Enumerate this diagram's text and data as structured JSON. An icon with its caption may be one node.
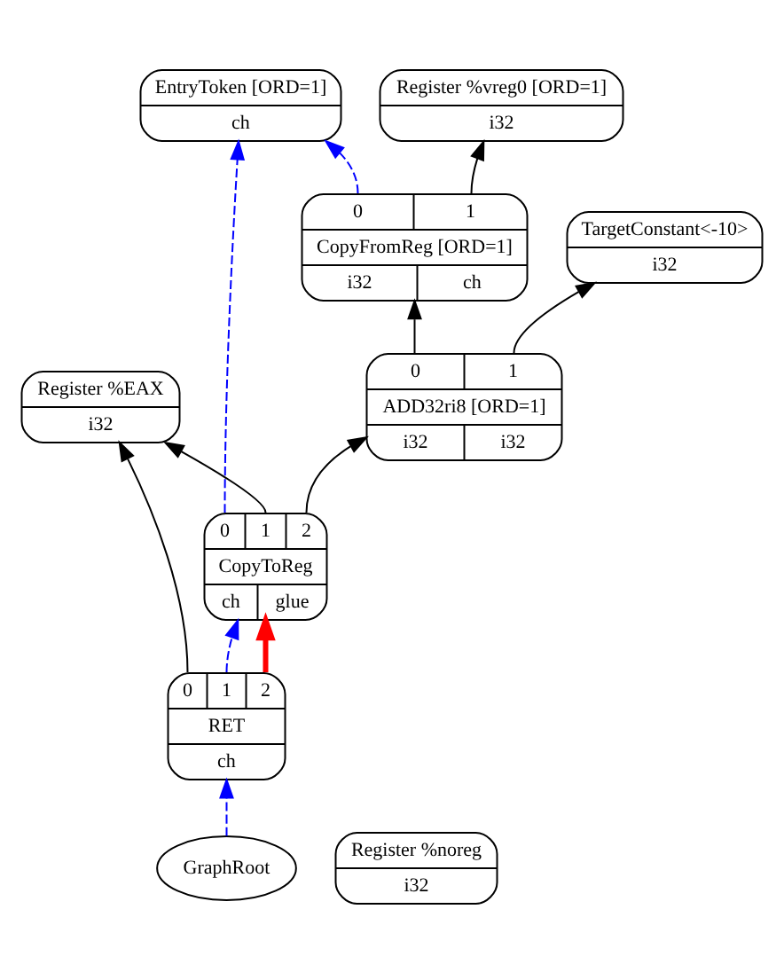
{
  "diagram": {
    "nodes": [
      {
        "text": [
          "EntryToken [ORD=1]",
          "ch"
        ]
      },
      {
        "text": [
          "Register %vreg0 [ORD=1]",
          "i32"
        ]
      },
      {
        "text": [
          "0",
          "1",
          "CopyFromReg [ORD=1]",
          "i32",
          "ch"
        ]
      },
      {
        "text": [
          "TargetConstant<-10>",
          "i32"
        ]
      },
      {
        "text": [
          "Register %EAX",
          "i32"
        ]
      },
      {
        "text": [
          "0",
          "1",
          "ADD32ri8 [ORD=1]",
          "i32",
          "i32"
        ]
      },
      {
        "text": [
          "0",
          "1",
          "2",
          "CopyToReg",
          "ch",
          "glue"
        ]
      },
      {
        "text": [
          "0",
          "1",
          "2",
          "RET",
          "ch"
        ]
      },
      {
        "text": [
          "GraphRoot"
        ]
      },
      {
        "text": [
          "Register %noreg",
          "i32"
        ]
      }
    ],
    "edges": [
      {
        "from": 2,
        "to": 0,
        "arrow": "to",
        "style": "dashed",
        "color": "#0000ff"
      },
      {
        "from": 2,
        "to": 1,
        "arrow": "to"
      },
      {
        "from": 5,
        "to": 2,
        "arrow": "to"
      },
      {
        "from": 5,
        "to": 3,
        "arrow": "to"
      },
      {
        "from": 6,
        "to": 0,
        "arrow": "to",
        "style": "dashed",
        "color": "#0000ff"
      },
      {
        "from": 6,
        "to": 4,
        "arrow": "to"
      },
      {
        "from": 6,
        "to": 5,
        "arrow": "to"
      },
      {
        "from": 7,
        "to": 4,
        "arrow": "to"
      },
      {
        "from": 7,
        "to": 6,
        "arrow": "to",
        "style": "dashed",
        "color": "#0000ff"
      },
      {
        "from": 7,
        "to": 6,
        "arrow": "to",
        "color": "#ff0000",
        "style": "thick"
      },
      {
        "from": 8,
        "to": 7,
        "arrow": "to",
        "style": "dashed",
        "color": "#0000ff"
      }
    ]
  }
}
